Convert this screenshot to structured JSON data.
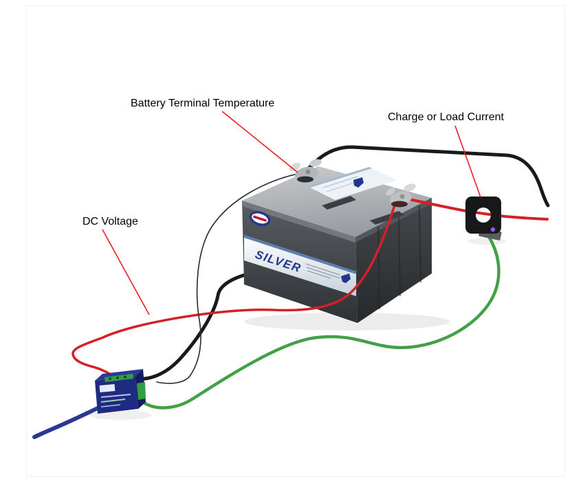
{
  "diagram": {
    "background": "#ffffff",
    "labels": {
      "battery_terminal_temperature": "Battery Terminal Temperature",
      "charge_or_load_current": "Charge or Load Current",
      "dc_voltage": "DC Voltage"
    },
    "callout_color": "#ed1c24",
    "battery": {
      "brand_text": "SILVER",
      "brand_color": "#21368f",
      "body_color": "#45494e",
      "top_color": "#b2b6b9"
    },
    "wires": {
      "negative": "#1a1a1a",
      "positive": "#d42027",
      "current_sense": "#43a047",
      "dc_output": "#2b3990",
      "temperature_sense": "#2a2a2a"
    },
    "components": {
      "current_sensor_color": "#17181a",
      "voltage_module_color": "#1f2b80",
      "terminal_block_color": "#2f9e46"
    }
  }
}
